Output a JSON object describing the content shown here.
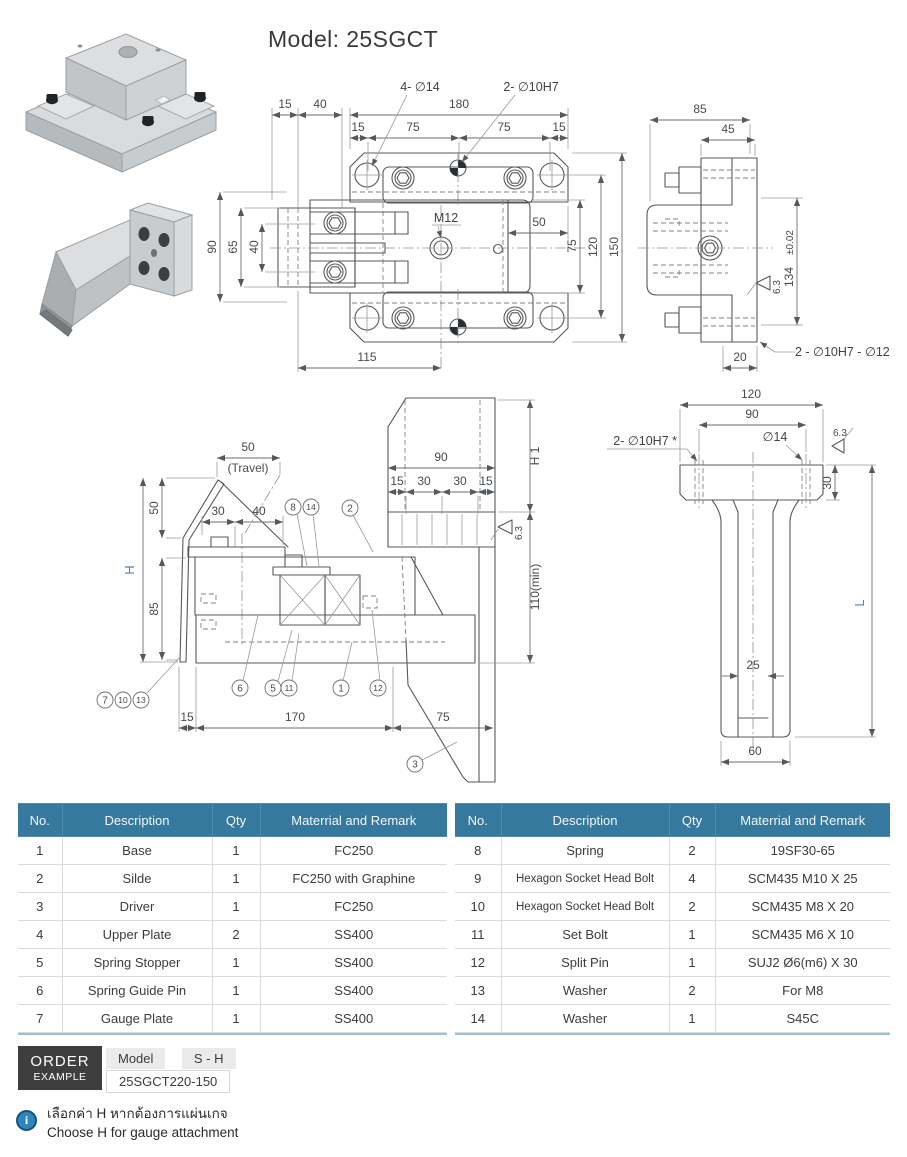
{
  "title": "Model: 25SGCT",
  "colors": {
    "table_header_bg": "#35799e",
    "accent_blue": "#4a80c4",
    "line": "#55595c",
    "order_box_bg": "#3e3e3e",
    "info_icon_bg": "#2e86c1"
  },
  "plan": {
    "label_4d14": "4- ∅14",
    "label_2d10h7": "2- ∅10H7",
    "d15_tl": "15",
    "d40_tl": "40",
    "d180": "180",
    "d15_a": "15",
    "d75_a": "75",
    "d75_b": "75",
    "d15_b": "15",
    "m12": "M12",
    "d50": "50",
    "d75_r": "75",
    "d120_r": "120",
    "d150_r": "150",
    "d90_l": "90",
    "d65_l": "65",
    "d40_l": "40",
    "d115": "115"
  },
  "side": {
    "d85": "85",
    "d45": "45",
    "d134": "134",
    "d134_tol": "±0.02",
    "finish": "6.3",
    "d20": "20",
    "hole_label": "2 - ∅10H7 - ∅12"
  },
  "front": {
    "d50_t": "50",
    "travel": "(Travel)",
    "d50_v": "50",
    "h": "H",
    "d85": "85",
    "d30": "30",
    "d40": "40",
    "d90": "90",
    "d15_c1": "15",
    "d30_c1": "30",
    "d30_c2": "30",
    "d15_c2": "15",
    "h1": "H 1",
    "d110": "110(min)",
    "finish": "6.3",
    "d15_b": "15",
    "d170": "170",
    "d75": "75",
    "c1": "1",
    "c2": "2",
    "c3": "3",
    "c5": "5",
    "c6": "6",
    "c7": "7",
    "c8": "8",
    "c10": "10",
    "c11": "11",
    "c12": "12",
    "c13": "13",
    "c14": "14"
  },
  "driver": {
    "d120": "120",
    "d90": "90",
    "hole_label": "2- ∅10H7 *",
    "d14": "∅14",
    "finish": "6.3",
    "d30": "30",
    "d25": "25",
    "d60": "60",
    "l": "L"
  },
  "parts_table_left": {
    "headers": [
      "No.",
      "Description",
      "Qty",
      "Materrial and Remark"
    ],
    "rows": [
      [
        "1",
        "Base",
        "1",
        "FC250"
      ],
      [
        "2",
        "Silde",
        "1",
        "FC250 with Graphine"
      ],
      [
        "3",
        "Driver",
        "1",
        "FC250"
      ],
      [
        "4",
        "Upper Plate",
        "2",
        "SS400"
      ],
      [
        "5",
        "Spring Stopper",
        "1",
        "SS400"
      ],
      [
        "6",
        "Spring Guide Pin",
        "1",
        "SS400"
      ],
      [
        "7",
        "Gauge Plate",
        "1",
        "SS400"
      ]
    ]
  },
  "parts_table_right": {
    "headers": [
      "No.",
      "Description",
      "Qty",
      "Materrial and Remark"
    ],
    "rows": [
      [
        "8",
        "Spring",
        "2",
        "19SF30-65"
      ],
      [
        "9",
        "Hexagon Socket Head Bolt",
        "4",
        "SCM435 M10 X 25"
      ],
      [
        "10",
        "Hexagon Socket Head Bolt",
        "2",
        "SCM435 M8 X 20"
      ],
      [
        "11",
        "Set Bolt",
        "1",
        "SCM435 M6 X 10"
      ],
      [
        "12",
        "Split Pin",
        "1",
        "SUJ2 Ø6(m6) X 30"
      ],
      [
        "13",
        "Washer",
        "2",
        "For M8"
      ],
      [
        "14",
        "Washer",
        "1",
        "S45C"
      ]
    ]
  },
  "order": {
    "tag1": "ORDER",
    "tag2": "EXAMPLE",
    "model_label": "Model",
    "model_code": "S - H",
    "example": "25SGCT220-150"
  },
  "note": {
    "icon": "i",
    "thai": "เลือกค่า H หากต้องการแผ่นเกจ",
    "english": "Choose H for gauge attachment"
  }
}
